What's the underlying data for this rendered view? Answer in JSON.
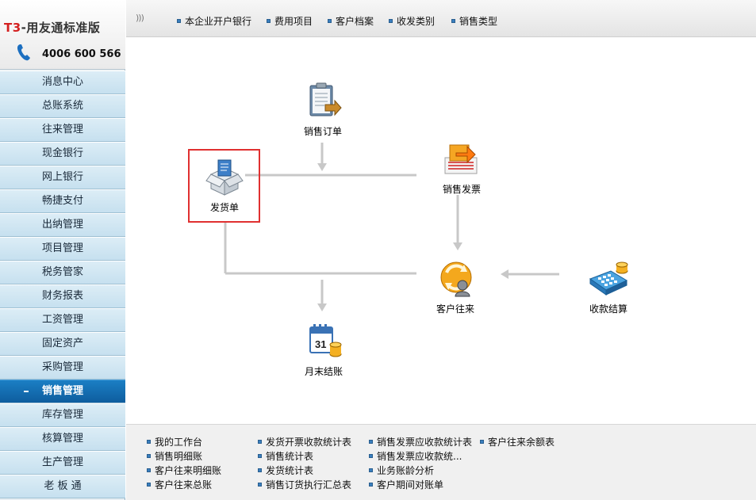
{
  "logo": {
    "t3": "T3",
    "title_rest": "-用友通标准版",
    "phone": "4006 600 566"
  },
  "sidebar": {
    "items": [
      {
        "label": "消息中心"
      },
      {
        "label": "总账系统"
      },
      {
        "label": "往来管理"
      },
      {
        "label": "现金银行"
      },
      {
        "label": "网上银行"
      },
      {
        "label": "畅捷支付"
      },
      {
        "label": "出纳管理"
      },
      {
        "label": "项目管理"
      },
      {
        "label": "税务管家"
      },
      {
        "label": "财务报表"
      },
      {
        "label": "工资管理"
      },
      {
        "label": "固定资产"
      },
      {
        "label": "采购管理"
      },
      {
        "label": "销售管理",
        "active": true
      },
      {
        "label": "库存管理"
      },
      {
        "label": "核算管理"
      },
      {
        "label": "生产管理"
      },
      {
        "label": "老 板 通"
      }
    ]
  },
  "topbar": {
    "links": [
      "本企业开户银行",
      "费用项目",
      "客户档案",
      "收发类别",
      "销售类型"
    ]
  },
  "flow": {
    "sales_order": "销售订单",
    "delivery_note": "发货单",
    "sales_invoice": "销售发票",
    "customer_ar": "客户往来",
    "receipt_settle": "收款结算",
    "month_end": "月末结账"
  },
  "bottom": {
    "col1": [
      "我的工作台",
      "销售明细账",
      "客户往来明细账",
      "客户往来总账"
    ],
    "col2": [
      "发货开票收款统计表",
      "销售统计表",
      "发货统计表",
      "销售订货执行汇总表"
    ],
    "col3": [
      "销售发票应收款统计表",
      "销售发票应收款统...",
      "业务账龄分析",
      "客户期间对账单"
    ],
    "col4": [
      "客户往来余额表"
    ]
  },
  "colors": {
    "accent": "#0e5d9e",
    "highlight": "#e03030",
    "flow_line": "#c8c8c8"
  }
}
